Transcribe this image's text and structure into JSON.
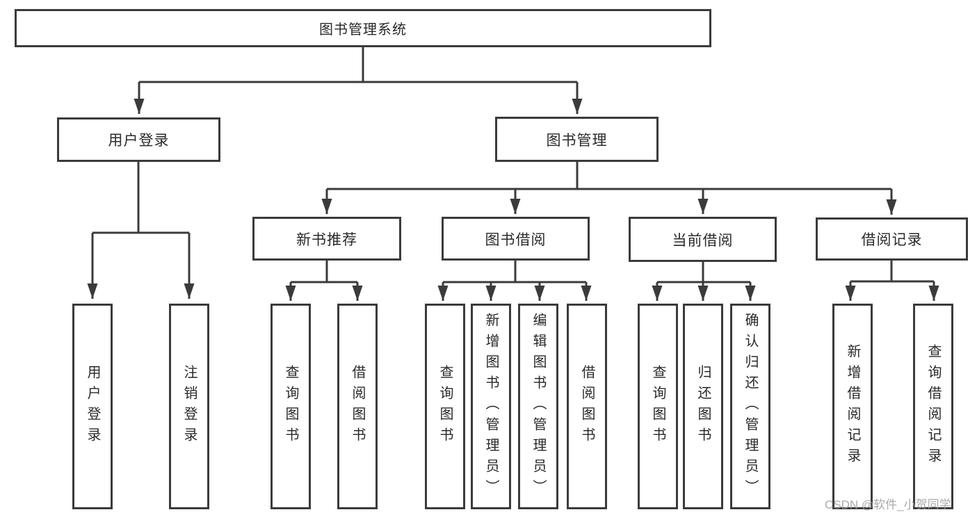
{
  "tree": {
    "root": {
      "label": "图书管理系统",
      "children": [
        {
          "label": "用户登录",
          "children": [
            {
              "label": "用户登录"
            },
            {
              "label": "注销登录"
            }
          ]
        },
        {
          "label": "图书管理",
          "children": [
            {
              "label": "新书推荐",
              "children": [
                {
                  "label": "查询图书"
                },
                {
                  "label": "借阅图书"
                }
              ]
            },
            {
              "label": "图书借阅",
              "children": [
                {
                  "label": "查询图书"
                },
                {
                  "label": "新增图书（管理员）"
                },
                {
                  "label": "编辑图书（管理员）"
                },
                {
                  "label": "借阅图书"
                }
              ]
            },
            {
              "label": "当前借阅",
              "children": [
                {
                  "label": "查询图书"
                },
                {
                  "label": "归还图书"
                },
                {
                  "label": "确认归还（管理员）"
                }
              ]
            },
            {
              "label": "借阅记录",
              "children": [
                {
                  "label": "新增借阅记录"
                },
                {
                  "label": "查询借阅记录"
                }
              ]
            }
          ]
        }
      ]
    }
  },
  "watermark": {
    "text": "CSDN @软件_小贺同学"
  },
  "colors": {
    "line": "#3b3b3b",
    "box_border": "#3b3b3b",
    "text": "#2a2a2a",
    "background": "#ffffff",
    "watermark": "#9b9b9b"
  }
}
